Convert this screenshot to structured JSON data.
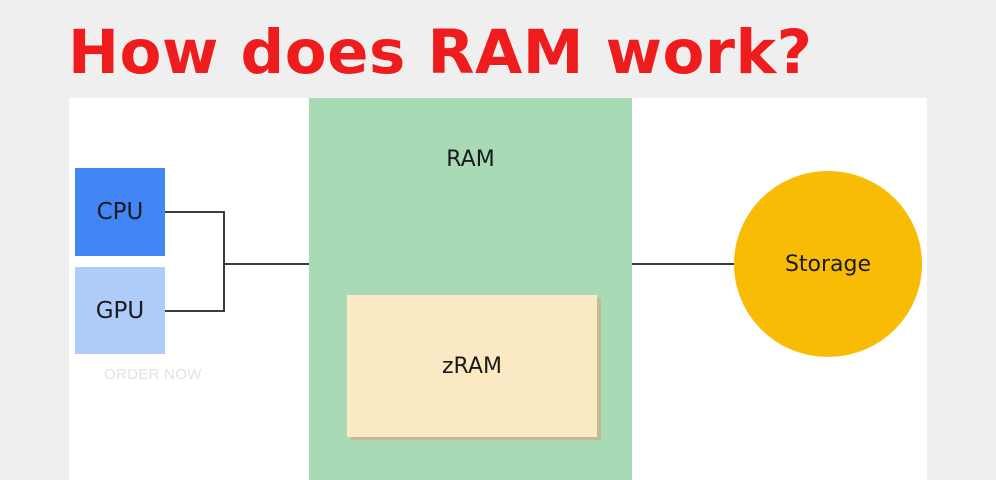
{
  "title": "How does RAM work?",
  "diagram": {
    "cpu_label": "CPU",
    "gpu_label": "GPU",
    "ram_label": "RAM",
    "zram_label": "zRAM",
    "storage_label": "Storage"
  },
  "watermark": "ORDER NOW",
  "colors": {
    "title": "#ee1c1c",
    "cpu": "#4285f4",
    "gpu": "#aecbfa",
    "ram": "#a8dab5",
    "zram": "#fbe9c4",
    "storage": "#f9bc05"
  }
}
